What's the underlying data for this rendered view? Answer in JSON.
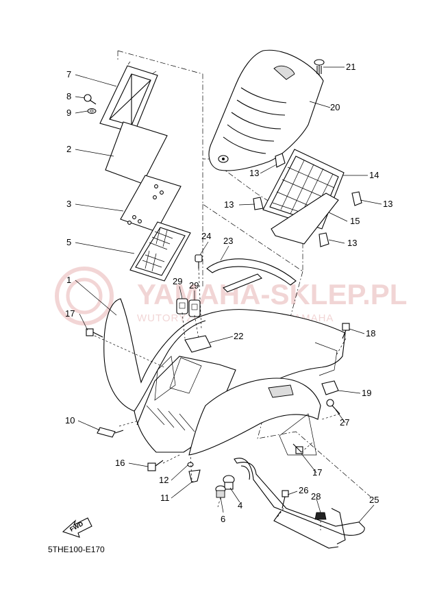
{
  "diagram": {
    "code": "5THE100-E170",
    "fwd_label": "FWD",
    "watermark": {
      "main": "YAMAHA-SKLEP.PL",
      "sub": "WUTORYZOWANY DEALER YAMAHA"
    },
    "callouts": {
      "c1": "1",
      "c2": "2",
      "c3": "3",
      "c4": "4",
      "c5": "5",
      "c6": "6",
      "c7": "7",
      "c8": "8",
      "c9": "9",
      "c10": "10",
      "c11": "11",
      "c12": "12",
      "c13a": "13",
      "c13b": "13",
      "c13c": "13",
      "c13d": "13",
      "c14": "14",
      "c15": "15",
      "c16": "16",
      "c17a": "17",
      "c17b": "17",
      "c18": "18",
      "c19": "19",
      "c20": "20",
      "c21": "21",
      "c22": "22",
      "c23": "23",
      "c24": "24",
      "c25": "25",
      "c26": "26",
      "c27": "27",
      "c28": "28",
      "c29a": "29",
      "c29b": "29"
    }
  }
}
